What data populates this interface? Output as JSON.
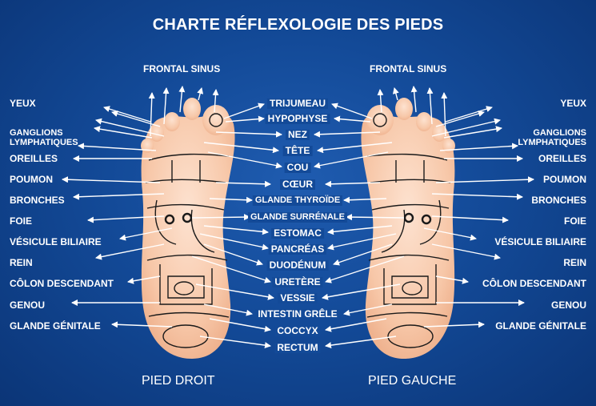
{
  "title": "CHARTE RÉFLEXOLOGIE DES PIEDS",
  "feet": {
    "right_caption": "PIED DROIT",
    "left_caption": "PIED GAUCHE"
  },
  "labels": {
    "top_left": "FRONTAL SINUS",
    "top_right": "FRONTAL SINUS",
    "side": [
      {
        "key": "yeux",
        "text": "YEUX"
      },
      {
        "key": "ganglions1",
        "text": "GANGLIONS"
      },
      {
        "key": "ganglions2",
        "text": "LYMPHATIQUES"
      },
      {
        "key": "oreilles",
        "text": "OREILLES"
      },
      {
        "key": "poumon",
        "text": "POUMON"
      },
      {
        "key": "bronches",
        "text": "BRONCHES"
      },
      {
        "key": "foie",
        "text": "FOIE"
      },
      {
        "key": "vesicule",
        "text": "VÉSICULE BILIAIRE"
      },
      {
        "key": "rein",
        "text": "REIN"
      },
      {
        "key": "colon",
        "text": "CÔLON DESCENDANT"
      },
      {
        "key": "genou",
        "text": "GENOU"
      },
      {
        "key": "glande",
        "text": "GLANDE GÉNITALE"
      }
    ],
    "center": [
      {
        "key": "trijumeau",
        "text": "TRIJUMEAU"
      },
      {
        "key": "hypophyse",
        "text": "HYPOPHYSE"
      },
      {
        "key": "nez",
        "text": "NEZ"
      },
      {
        "key": "tete",
        "text": "TÊTE"
      },
      {
        "key": "cou",
        "text": "COU"
      },
      {
        "key": "coeur",
        "text": "CŒUR"
      },
      {
        "key": "thyroide",
        "text": "GLANDE THYROÏDE"
      },
      {
        "key": "surrenale",
        "text": "GLANDE SURRÉNALE"
      },
      {
        "key": "estomac",
        "text": "ESTOMAC"
      },
      {
        "key": "pancreas",
        "text": "PANCRÉAS"
      },
      {
        "key": "duodenum",
        "text": "DUODÉNUM"
      },
      {
        "key": "uretere",
        "text": "URETÈRE"
      },
      {
        "key": "vessie",
        "text": "VESSIE"
      },
      {
        "key": "intestin",
        "text": "INTESTIN GRÊLE"
      },
      {
        "key": "coccyx",
        "text": "COCCYX"
      },
      {
        "key": "rectum",
        "text": "RECTUM"
      }
    ]
  },
  "colors": {
    "background": "#134a98",
    "skin": "#f7c9ab",
    "zone_line": "#1a1a1a",
    "text": "#ffffff"
  }
}
